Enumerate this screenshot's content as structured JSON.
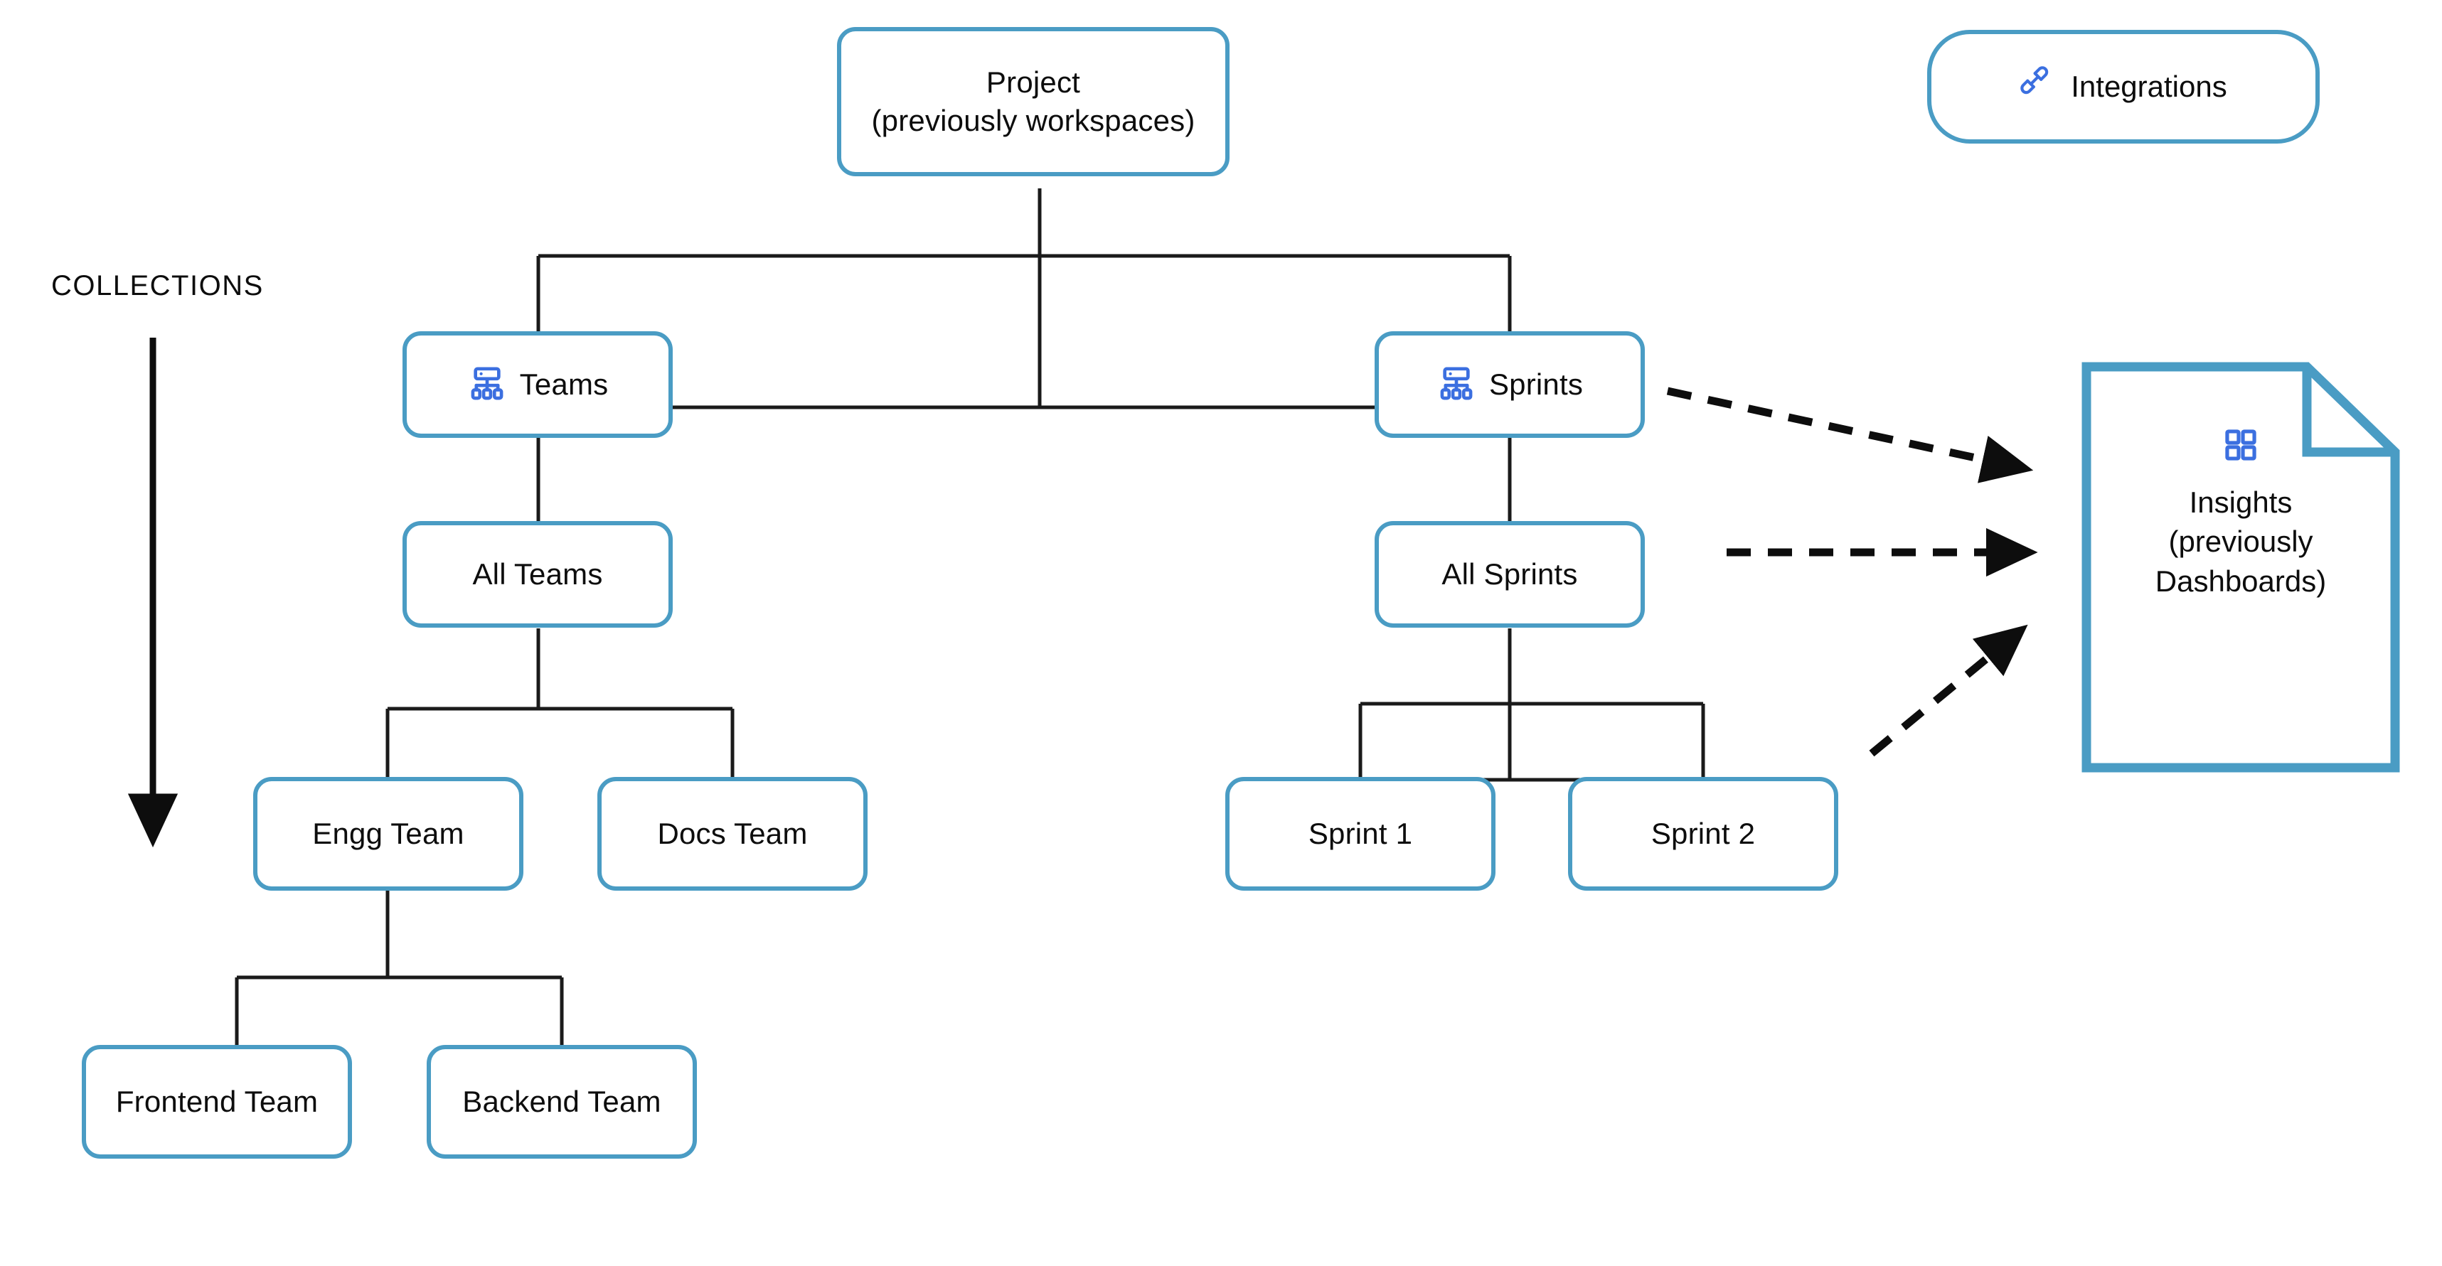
{
  "diagram": {
    "title": "Project hierarchy and collections",
    "accent_color": "#4a9cc4",
    "icon_color": "#3b6fe0",
    "line_color": "#1a1a1a",
    "background": "#ffffff"
  },
  "caption": {
    "collections_label": "COLLECTIONS"
  },
  "nodes": {
    "project": {
      "label": "Project\n(previously workspaces)",
      "icon": null
    },
    "teams": {
      "label": "Teams",
      "icon": "hierarchy-icon"
    },
    "all_teams": {
      "label": "All Teams",
      "icon": null
    },
    "engg_team": {
      "label": "Engg Team",
      "icon": null
    },
    "docs_team": {
      "label": "Docs Team",
      "icon": null
    },
    "frontend_team": {
      "label": "Frontend Team",
      "icon": null
    },
    "backend_team": {
      "label": "Backend Team",
      "icon": null
    },
    "sprints": {
      "label": "Sprints",
      "icon": "hierarchy-icon"
    },
    "all_sprints": {
      "label": "All Sprints",
      "icon": null
    },
    "sprint_1": {
      "label": "Sprint 1",
      "icon": null
    },
    "sprint_2": {
      "label": "Sprint 2",
      "icon": null
    },
    "integrations": {
      "label": "Integrations",
      "icon": "plug-icon"
    },
    "insights": {
      "label": "Insights\n(previously\nDashboards)",
      "icon": "grid-icon"
    }
  }
}
